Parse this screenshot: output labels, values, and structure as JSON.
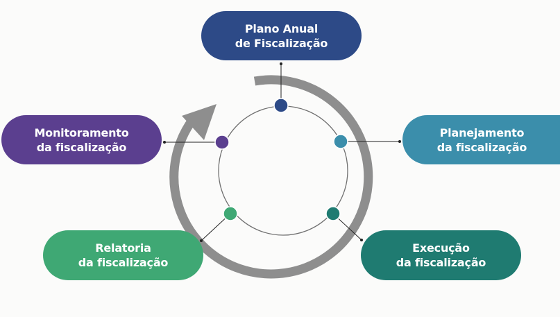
{
  "cycle": {
    "stages": [
      {
        "line1": "Plano Anual",
        "line2": "de Fiscalização",
        "color": "#2d4a87"
      },
      {
        "line1": "Planejamento",
        "line2": "da fiscalização",
        "color": "#3b8eab"
      },
      {
        "line1": "Execução",
        "line2": "da fiscalização",
        "color": "#1f7b71"
      },
      {
        "line1": "Relatoria",
        "line2": "da fiscalização",
        "color": "#3fa874"
      },
      {
        "line1": "Monitoramento",
        "line2": "da fiscalização",
        "color": "#5b3f8f"
      }
    ],
    "arrow_color": "#8e8e8e",
    "ring_color": "#707070",
    "connector_color": "#222222"
  }
}
